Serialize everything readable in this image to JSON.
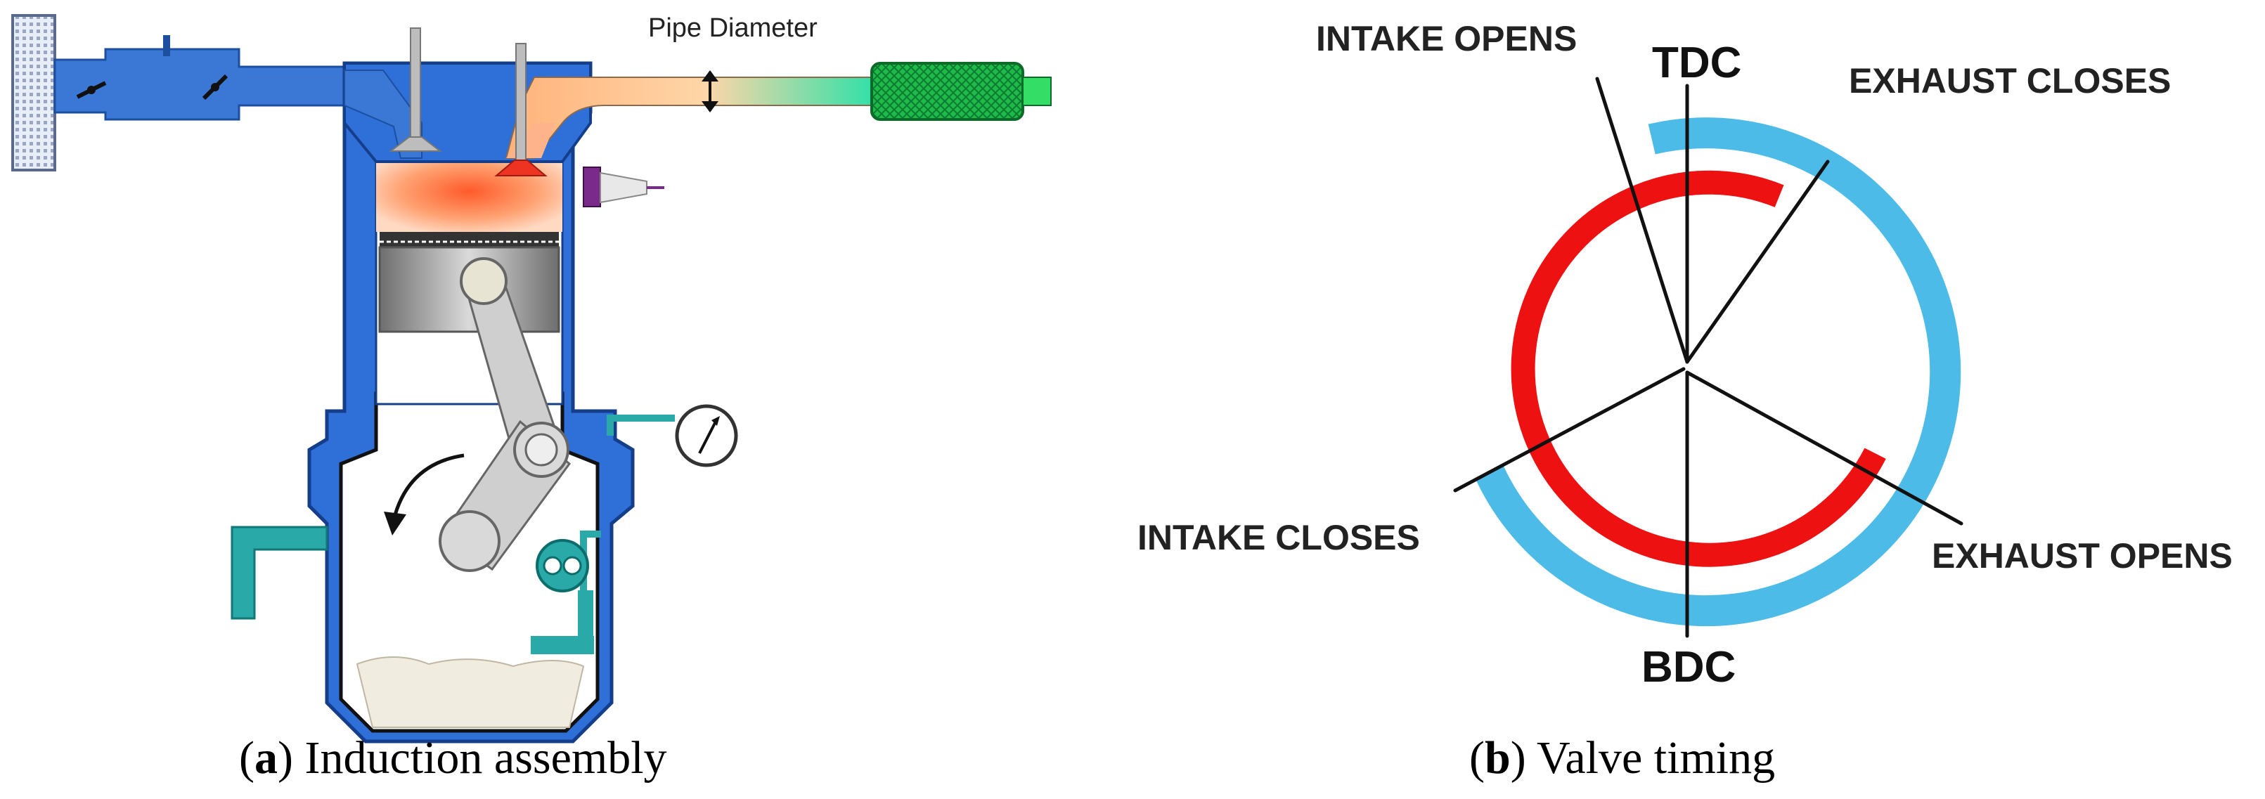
{
  "panel_a": {
    "pipe_label": "Pipe Diameter",
    "caption_letter": "a",
    "caption_text": " Induction assembly",
    "colors": {
      "block": "#2f6fd8",
      "pipe": "#3b78d6",
      "hot_charge": "#ff9a6a",
      "green_filter": "#22cc55",
      "teal_parts": "#2aa9a9",
      "oil": "#f1ece0"
    }
  },
  "panel_b": {
    "labels": {
      "tdc": "TDC",
      "bdc": "BDC",
      "intake_opens": "INTAKE OPENS",
      "exhaust_closes": "EXHAUST CLOSES",
      "intake_closes": "INTAKE CLOSES",
      "exhaust_opens": "EXHAUST OPENS"
    },
    "caption_letter": "b",
    "caption_text": " Valve timing",
    "colors": {
      "intake_arc": "#ee1111",
      "exhaust_arc": "#4dbbe8"
    }
  }
}
